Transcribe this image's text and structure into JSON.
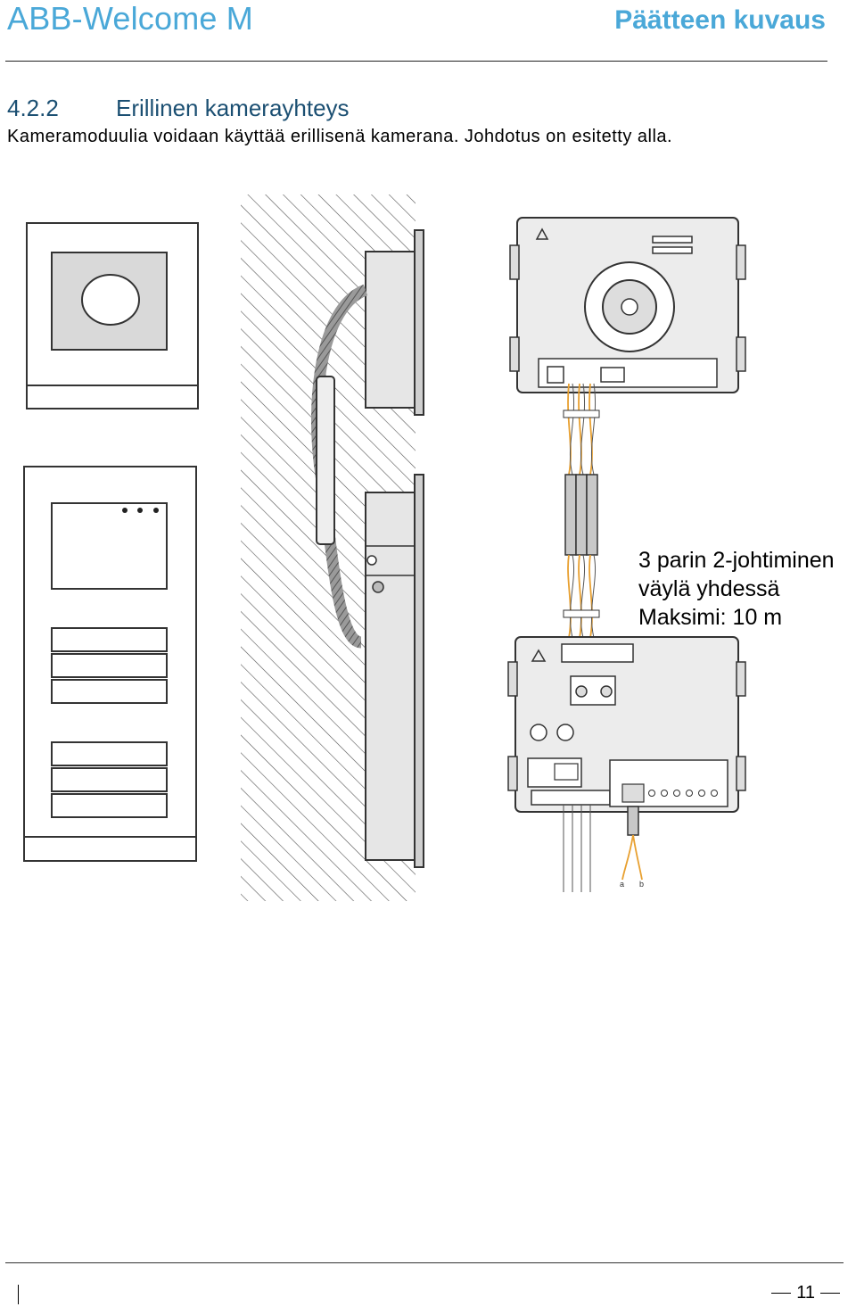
{
  "header": {
    "left_title": "ABB-Welcome M",
    "right_title": "Päätteen kuvaus"
  },
  "section": {
    "number": "4.2.2",
    "title": "Erillinen kamerayhteys",
    "intro": "Kameramoduulia voidaan käyttää erillisenä kamerana. Johdotus on esitetty alla."
  },
  "figure": {
    "callout_lines": [
      "3 parin 2-johtiminen",
      "väylä yhdessä",
      "Maksimi: 10 m"
    ],
    "wire_labels": [
      "a",
      "b"
    ],
    "colors": {
      "wire": "#e8a030",
      "line": "#333333",
      "panel": "#e6e6e6",
      "hatch": "#555555"
    }
  },
  "footer": {
    "page_number": "11"
  }
}
